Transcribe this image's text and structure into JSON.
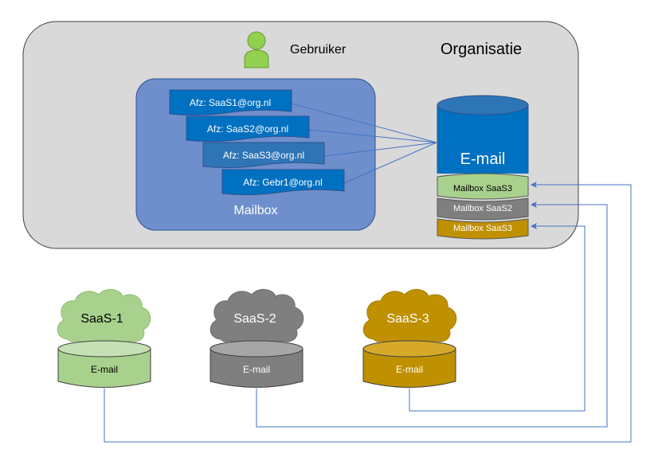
{
  "organisation": {
    "label": "Organisatie"
  },
  "user": {
    "label": "Gebruiker"
  },
  "mailbox": {
    "label": "Mailbox",
    "messages": [
      "Afz: SaaS1@org.nl",
      "Afz: SaaS2@org.nl",
      "Afz: SaaS3@org.nl",
      "Afz: Gebr1@org.nl"
    ]
  },
  "email_store": {
    "label": "E-mail",
    "mailboxes": [
      "Mailbox SaaS3",
      "Mailbox SaaS2",
      "Mailbox SaaS3"
    ]
  },
  "saas_services": [
    {
      "name": "SaaS-1",
      "store_label": "E-mail",
      "color": "#a9d18e"
    },
    {
      "name": "SaaS-2",
      "store_label": "E-mail",
      "color": "#7f7f7f"
    },
    {
      "name": "SaaS-3",
      "store_label": "E-mail",
      "color": "#bf9000"
    }
  ],
  "colors": {
    "organisation_fill": "#d9d9d9",
    "mailbox_fill": "#6e8fcb",
    "message_fill": "#0070c0",
    "email_fill": "#0070c0",
    "connector": "#4472c4",
    "user_icon": "#92d050"
  }
}
